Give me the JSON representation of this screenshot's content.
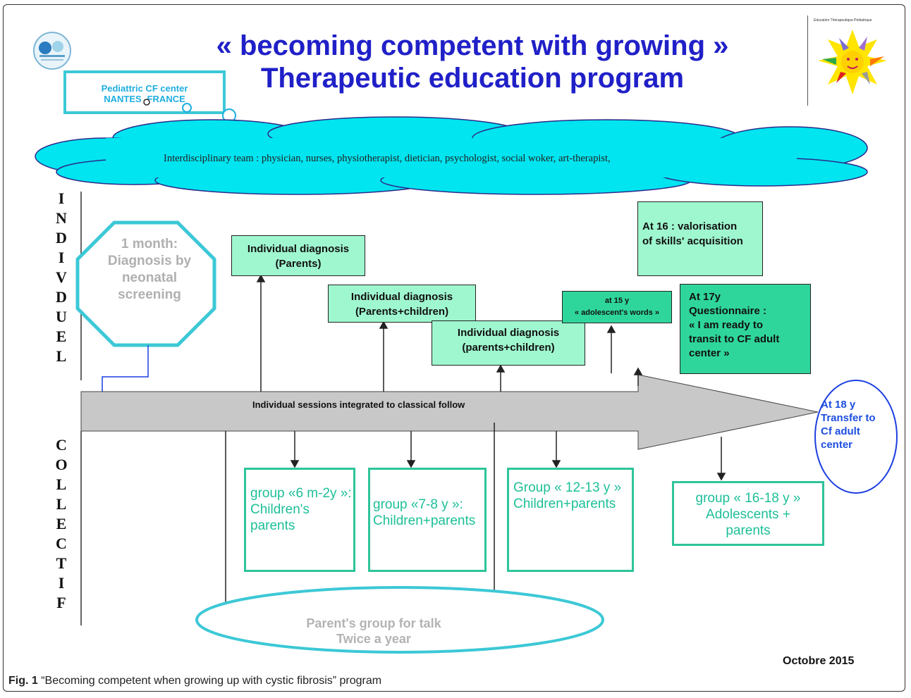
{
  "title": {
    "line1": "« becoming competent with growing »",
    "line2": "Therapeutic  education program"
  },
  "center": {
    "line1": "Pediattric  CF center",
    "line2": "NANTES -FRANCE"
  },
  "team": "Interdisciplinary team : physician, nurses, physiotherapist,  dietician, psychologist, social woker, art-therapist,",
  "axis_labels": {
    "individual": [
      "I",
      "N",
      "D",
      "I",
      "V",
      "D",
      "U",
      "E",
      "L"
    ],
    "collective": [
      "C",
      "O",
      "L",
      "L",
      "E",
      "C",
      "T",
      "I",
      "F"
    ]
  },
  "octagon": "1 month: Diagnosis by neonatal screening",
  "timeline_label": "Individual  sessions integrated to classical follow",
  "transfer": "At 18 y Transfer to  Cf adult center",
  "individual_boxes": {
    "diag_parents": {
      "l1": "Individual diagnosis",
      "l2": "(Parents)"
    },
    "diag_parents_children": {
      "l1": "Individual diagnosis",
      "l2": "(Parents+children)"
    },
    "diag_parents_children2": {
      "l1": "Individual diagnosis",
      "l2": "(parents+children)"
    },
    "at15": {
      "l1": "at 15 y",
      "l2": "« adolescent's words »"
    },
    "at16": {
      "l1": "At 16 : valorisation",
      "l2": "of skills' acquisition"
    },
    "at17": {
      "l1": "At 17y",
      "l2": "Questionnaire  :",
      "l3": "« I am ready to",
      "l4": "transit to  CF adult",
      "l5": "center »"
    }
  },
  "groups": {
    "g1": {
      "l1": "group «6 m-2y »:",
      "l2": "Children's",
      "l3": "parents"
    },
    "g2": {
      "l1": "group «7-8 y  »:",
      "l2": "Children+parents"
    },
    "g3": {
      "l1": "Group « 12-13 y »",
      "l2": "Children+parents"
    },
    "g4": {
      "l1": "group « 16-18 y »",
      "l2": "Adolescents +",
      "l3": "parents"
    }
  },
  "parents_talk": {
    "l1": "Parent's group for talk",
    "l2": "Twice a year"
  },
  "date": "Octobre 2015",
  "caption": {
    "label": "Fig. 1",
    "text": " “Becoming competent when growing up with cystic fibrosis” program"
  },
  "colors": {
    "title": "#2020c8",
    "cloud": "#00e5f0",
    "box_light": "#9ff7cf",
    "box_dark": "#2fd69b",
    "group_border": "#2ec49a",
    "arrow": "#c8c8c8",
    "transfer": "#1d4fe0"
  }
}
